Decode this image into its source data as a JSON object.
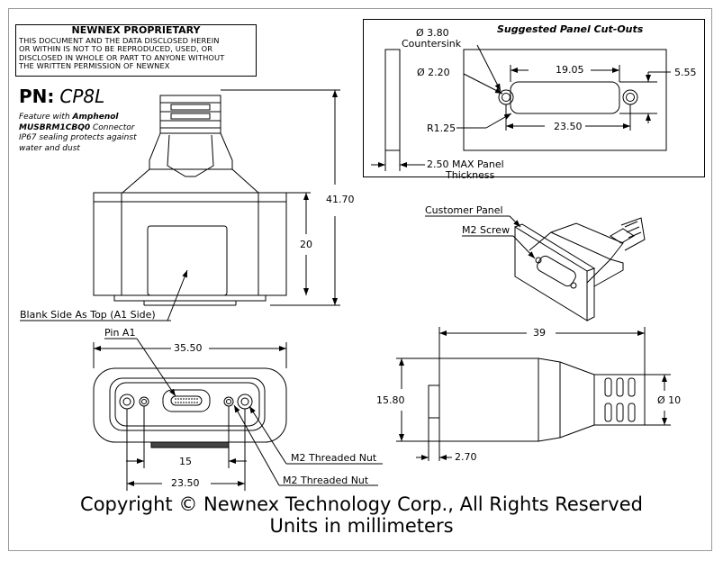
{
  "proprietary": {
    "title": "NEWNEX PROPRIETARY",
    "lines": [
      "THIS DOCUMENT AND THE DATA DISCLOSED HEREIN",
      "OR WITHIN IS NOT TO BE REPRODUCED, USED, OR",
      "DISCLOSED IN WHOLE OR PART TO ANYONE WITHOUT",
      "THE WRITTEN PERMISSION OF NEWNEX"
    ]
  },
  "part": {
    "label": "PN:",
    "number": "CP8L"
  },
  "feature": {
    "prefix": "Feature with",
    "brand": "Amphenol",
    "model": "MUSBRM1CBQ0",
    "model_suffix": "Connector",
    "line3": "IP67 sealing protects against",
    "line4": "water and dust"
  },
  "cutout": {
    "title": "Suggested Panel Cut-Outs",
    "countersink_dia": "Ø 3.80",
    "countersink_label": "Countersink",
    "hole_dia": "Ø 2.20",
    "width_inner": "19.05",
    "height": "5.55",
    "radius": "R1.25",
    "hole_spacing": "23.50",
    "panel_thickness": "2.50 MAX Panel",
    "panel_thickness_2": "Thickness"
  },
  "top_view": {
    "height_total": "41.70",
    "height_body": "20",
    "blank_side": "Blank Side As Top (A1 Side)"
  },
  "iso_view": {
    "customer_panel": "Customer Panel",
    "m2_screw": "M2 Screw"
  },
  "front_view": {
    "pin": "Pin A1",
    "width": "35.50",
    "inner": "15",
    "spacing": "23.50",
    "nut1": "M2 Threaded Nut",
    "nut2": "M2 Threaded Nut"
  },
  "side_view": {
    "length": "39",
    "height": "15.80",
    "diameter": "Ø 10",
    "flange": "2.70"
  },
  "footer": {
    "copyright": "Copyright © Newnex Technology Corp., All Rights Reserved",
    "units": "Units in millimeters"
  }
}
